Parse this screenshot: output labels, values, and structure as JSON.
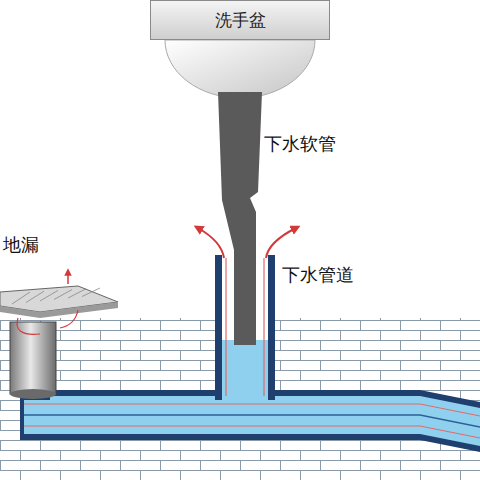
{
  "diagram": {
    "nodes": [
      {
        "text": [
          "洗手盆"
        ]
      }
    ],
    "labels": [
      "下水软管",
      "下水管道",
      "地漏"
    ]
  }
}
